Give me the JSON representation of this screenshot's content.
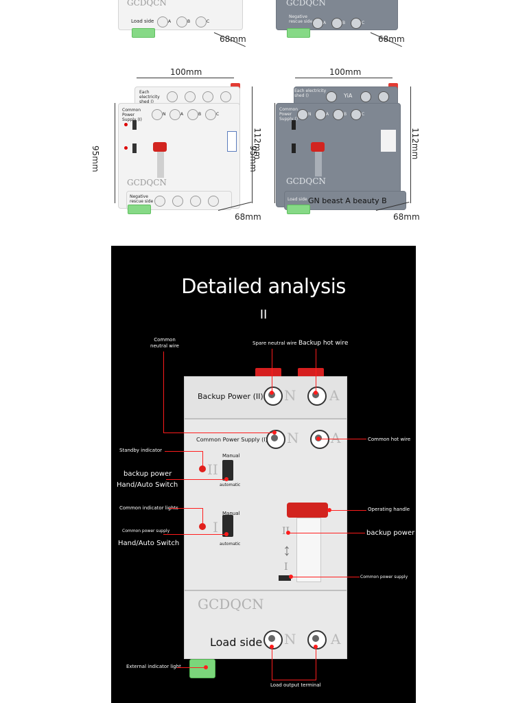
{
  "top_row": {
    "left": {
      "brand": "GCDQCN",
      "side_label": "Load side",
      "terminals": [
        "A",
        "B",
        "C"
      ],
      "depth": "68mm"
    },
    "right": {
      "brand": "GCDQCN",
      "side_label": "Negative rescue side",
      "terminals": [
        "A",
        "B",
        "C"
      ],
      "depth": "68mm"
    }
  },
  "middle_row": {
    "left": {
      "width": "100mm",
      "height_left": "95mm",
      "height_right": "112mm",
      "depth": "68mm",
      "top_label": "Each electricity shed ()",
      "common_label": "Common Power Supply (I)",
      "bottom_label": "Negative rescue side",
      "brand": "GCDQCN",
      "terminals": [
        "N",
        "A",
        "B",
        "C"
      ]
    },
    "right": {
      "width": "100mm",
      "height_left": "95mm",
      "height_right": "112mm",
      "depth": "68mm",
      "top_label": "Each electricity shed ()",
      "top_extra": "YiA",
      "common_label": "Common Power Supply ()",
      "bottom_label": "Load side",
      "bottom_overlay": "GN beast A beauty B",
      "brand": "GCDQCN",
      "terminals": [
        "N",
        "A",
        "B",
        "C"
      ]
    }
  },
  "panel": {
    "title": "Detailed analysis",
    "subtitle": "II",
    "labels": {
      "common_neutral": "Common neutral wire",
      "spare_neutral": "Spare neutral wire",
      "backup_hot": "Backup hot wire",
      "backup_power_ii": "Backup Power (II)",
      "common_power_supply_i": "Common Power Supply (I)",
      "common_hot": "Common hot wire",
      "standby_indicator": "Standby indicator",
      "backup_power_switch_1": "backup power",
      "backup_power_switch_2": "Hand/Auto Switch",
      "manual_1": "Manual",
      "automatic_1": "automatic",
      "common_indicator": "Common indicator lights",
      "common_power_supply_small": "Common power supply",
      "hand_auto_switch": "Hand/Auto Switch",
      "manual_2": "Manual",
      "automatic_2": "automatic",
      "operating_handle": "Operating handle",
      "backup_power": "backup power",
      "common_power_supply_right": "Common power supply",
      "brand": "GCDQCN",
      "load_side": "Load side",
      "external_indicator": "External indicator light",
      "load_output": "Load output terminal",
      "ghost_n": "N",
      "ghost_a": "A",
      "ghost_ii": "II",
      "ghost_i": "I"
    }
  }
}
